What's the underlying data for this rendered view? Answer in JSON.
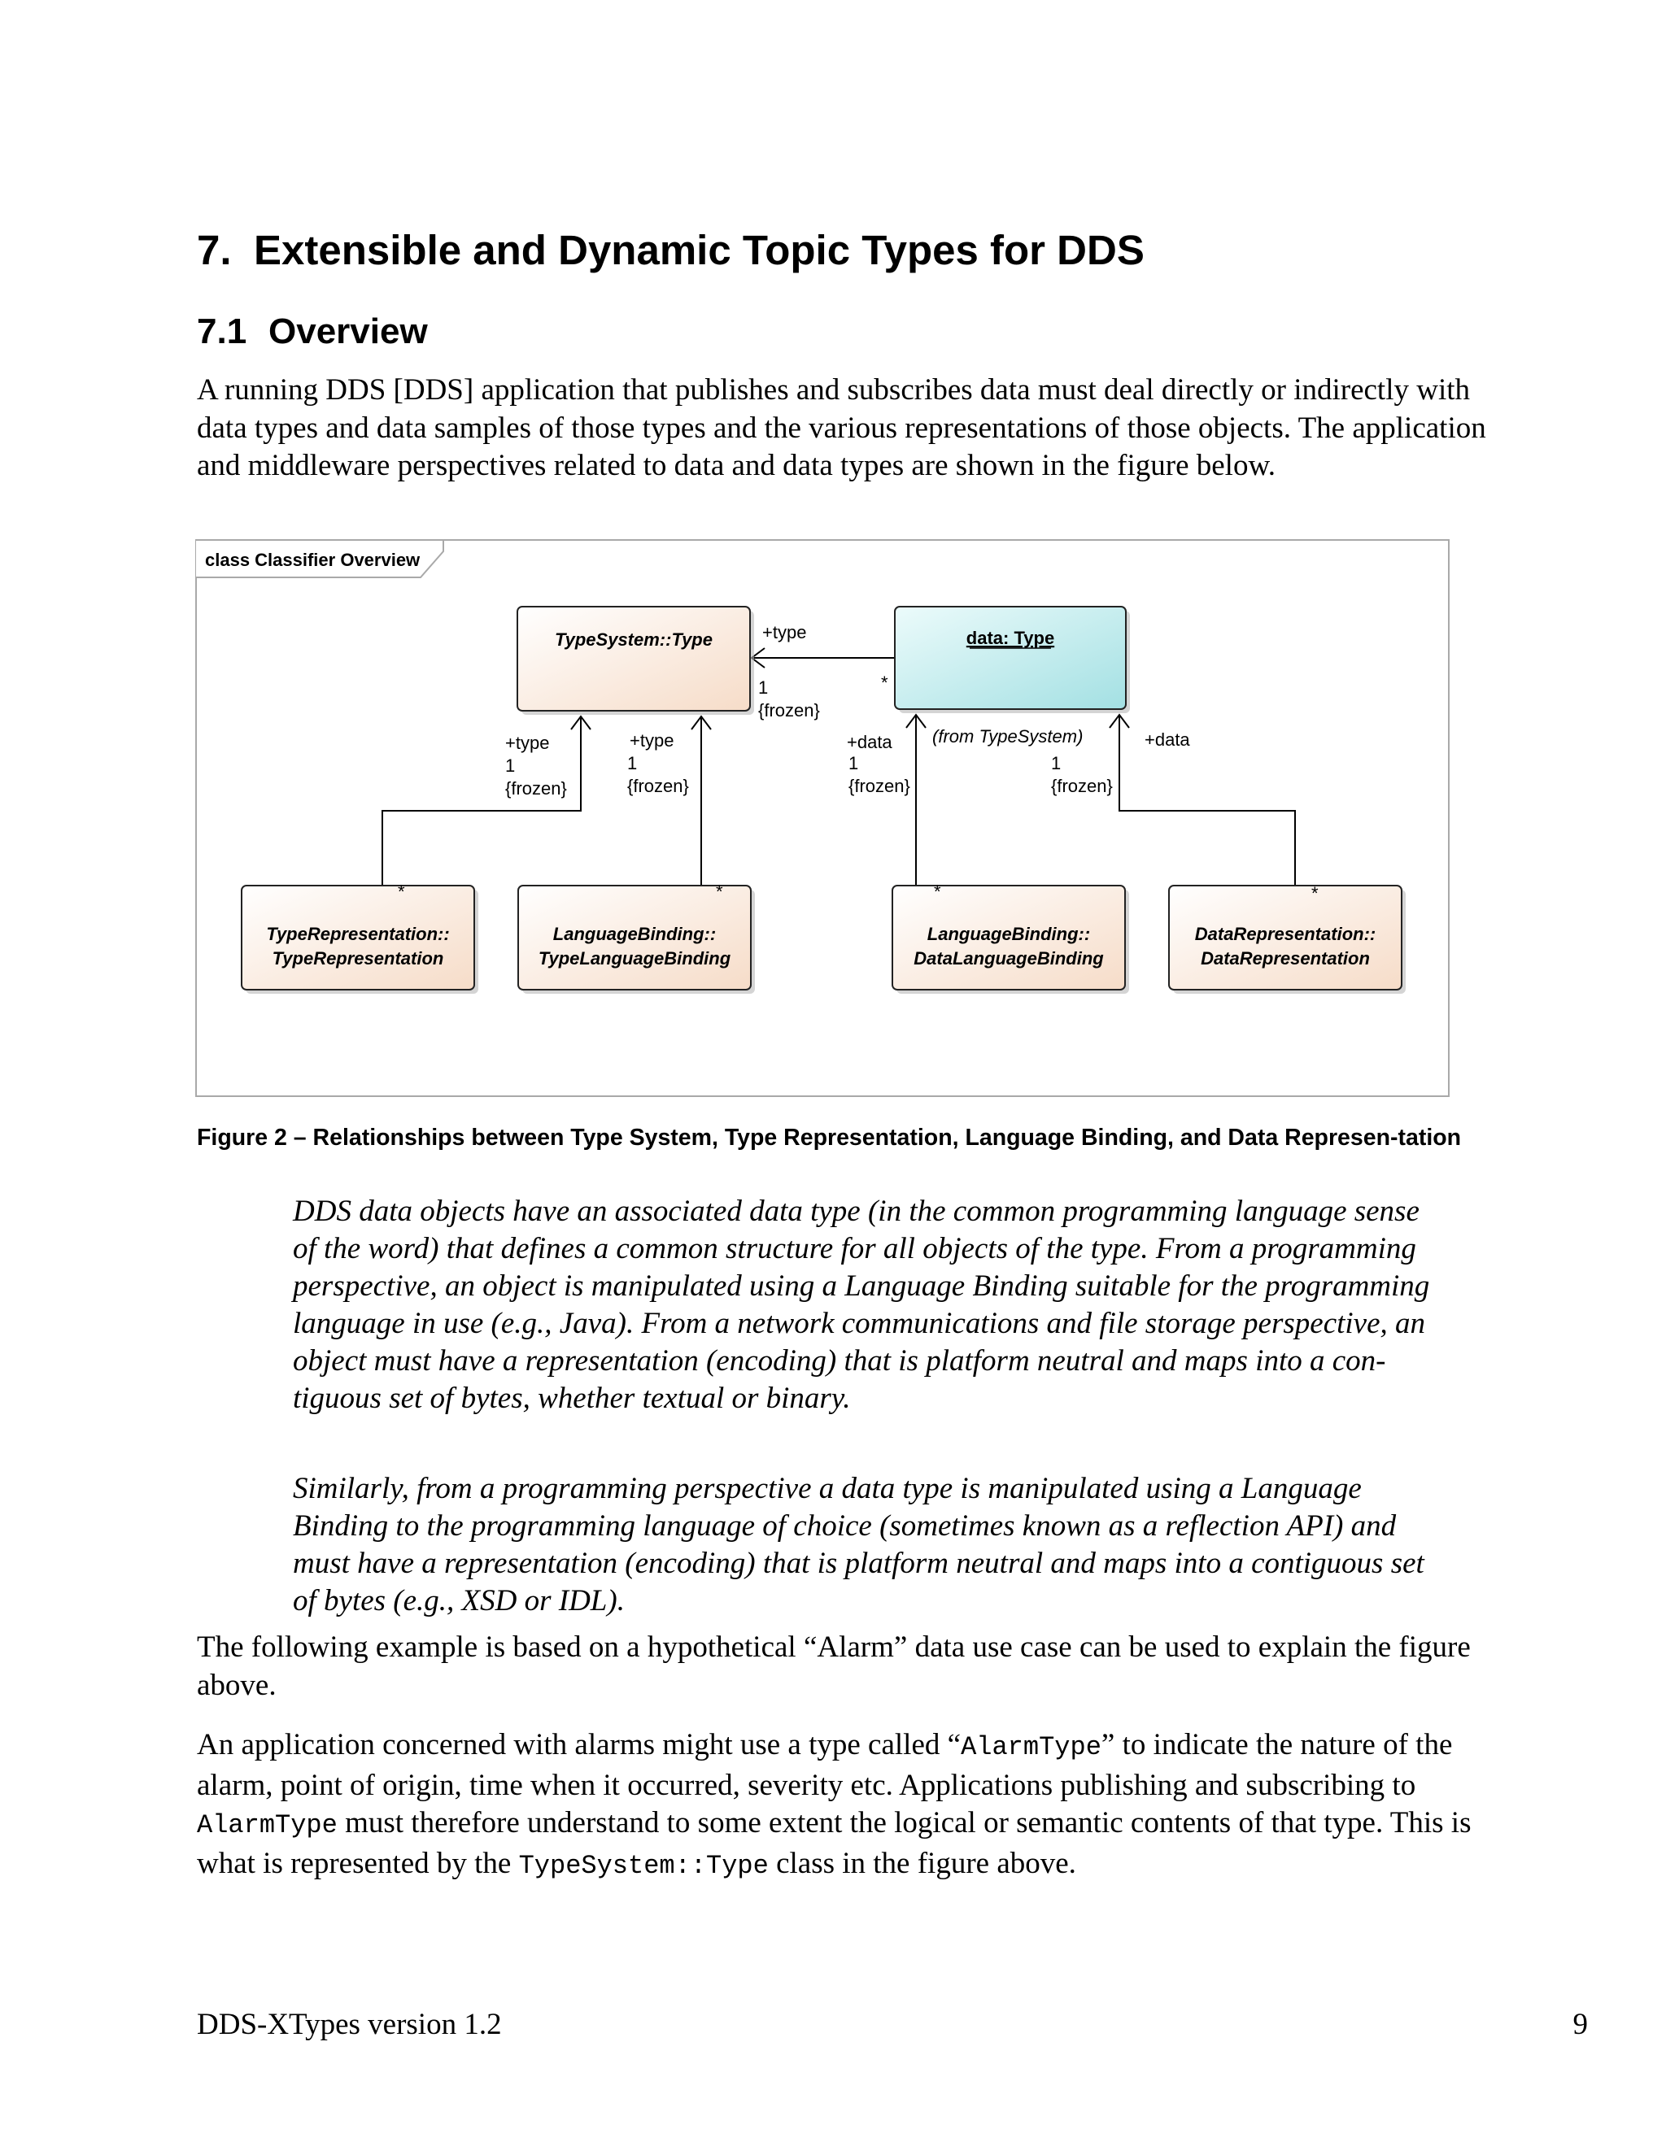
{
  "heading1": {
    "number": "7.",
    "text": "Extensible and Dynamic Topic Types for DDS"
  },
  "heading2": {
    "number": "7.1",
    "text": "Overview"
  },
  "intro_paragraph": "A running DDS [DDS] application that publishes and subscribes data must deal directly or indirectly with data types and data samples of those types and the various representations of those objects.  The application and middleware perspectives related to data and data types are shown in the figure below.",
  "diagram": {
    "frame_label": "class Classifier Overview",
    "classes": {
      "type_system_type": "TypeSystem::Type",
      "data_type": "data: Type",
      "type_representation": [
        "TypeRepresentation::",
        "TypeRepresentation"
      ],
      "type_language_binding": [
        "LanguageBinding::",
        "TypeLanguageBinding"
      ],
      "data_language_binding": [
        "LanguageBinding::",
        "DataLanguageBinding"
      ],
      "data_representation": [
        "DataRepresentation::",
        "DataRepresentation"
      ]
    },
    "from_note": "(from TypeSystem)",
    "role_type": "+type",
    "role_data": "+data",
    "mult_one": "1",
    "mult_many": "*",
    "frozen": "{frozen}"
  },
  "caption": "Figure 2 – Relationships between Type System, Type Representation, Language Binding, and Data Represen-tation",
  "quote_paragraph_1": "DDS data objects have an associated data type (in the common programming language sense of the word) that defines a common structure for all objects of the type. From a programming perspective, an object is manipulated using a Language Binding suitable for the programming language in use (e.g., Java). From a network communications and file storage perspective, an object must have a representation (encoding) that is platform neutral and maps into a con-tiguous set of bytes, whether textual or binary.",
  "quote_paragraph_2": "Similarly, from a programming perspective a data type is manipulated using a Language Binding to the programming language of choice (sometimes known as a reflection API) and must have a representation (encoding) that is platform neutral and maps into a contiguous set of bytes (e.g., XSD or IDL).",
  "example_paragraph": "The following example is based on a hypothetical “Alarm” data use case can be used to explain the figure above.",
  "alarm_paragraph": {
    "part1": "An application concerned with alarms might use a type called “",
    "code1": "AlarmType",
    "part2": "” to indicate the nature of the alarm, point of origin, time when it occurred, severity etc. Applications publishing and subscribing to ",
    "code2": "AlarmType",
    "part3": " must therefore understand to some extent the logical or semantic contents of that type. This is what is represented by the ",
    "code3": "TypeSystem::Type",
    "part4": " class in the figure above."
  },
  "footer": {
    "left": "DDS-XTypes version 1.2",
    "page_number": "9"
  }
}
